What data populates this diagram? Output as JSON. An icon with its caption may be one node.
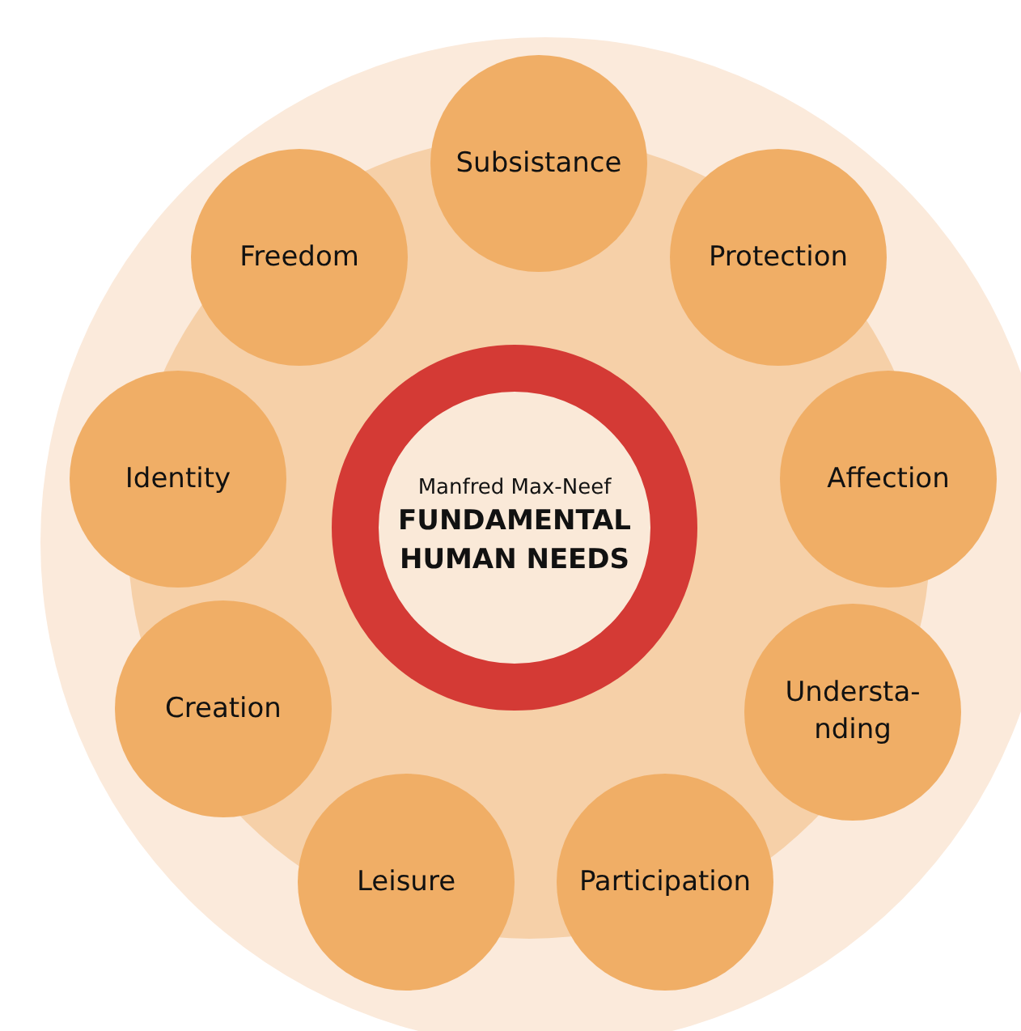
{
  "diagram": {
    "nodes": [
      {
        "text": [
          "Manfred Max-Neef",
          "FUNDAMENTAL HUMAN NEEDS"
        ]
      },
      {
        "text": [
          "Subsistance"
        ]
      },
      {
        "text": [
          "Protection"
        ]
      },
      {
        "text": [
          "Affection"
        ]
      },
      {
        "text": [
          "Understa- nding"
        ]
      },
      {
        "text": [
          "Participation"
        ]
      },
      {
        "text": [
          "Leisure"
        ]
      },
      {
        "text": [
          "Creation"
        ]
      },
      {
        "text": [
          "Identity"
        ]
      },
      {
        "text": [
          "Freedom"
        ]
      }
    ]
  }
}
